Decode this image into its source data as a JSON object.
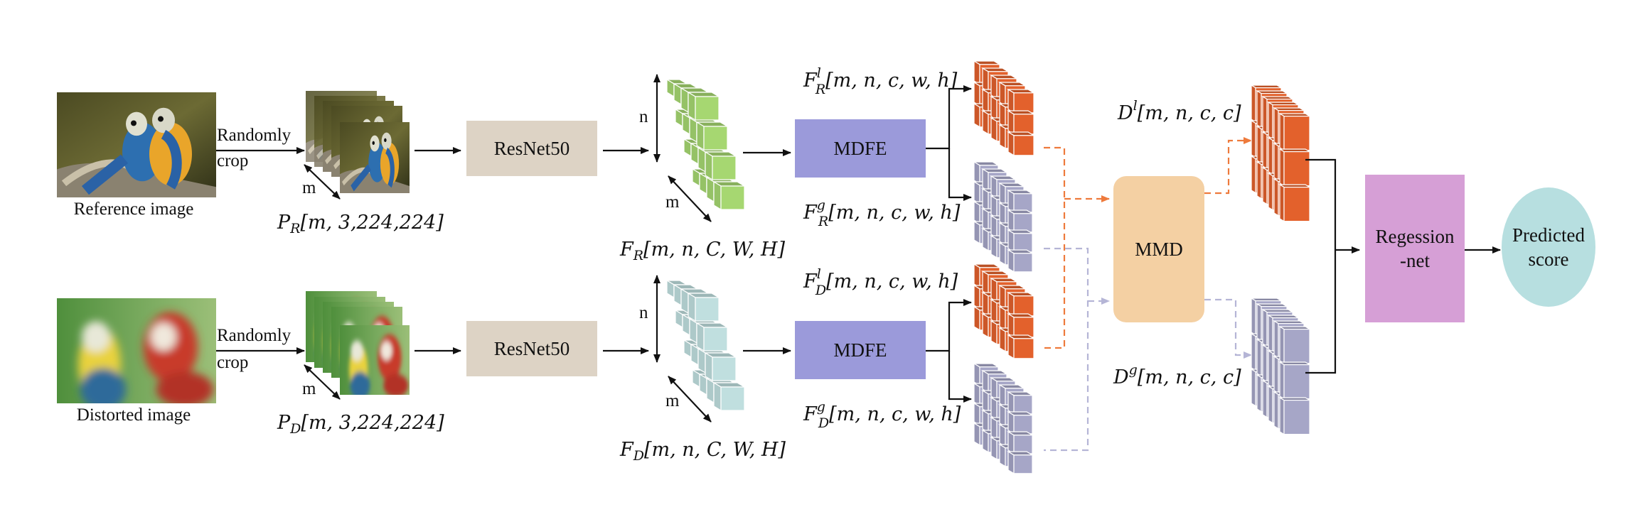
{
  "colors": {
    "resnet": "#ddd3c5",
    "mdfe": "#9b9ada",
    "mmd": "#f4d0a3",
    "regression": "#d69fd6",
    "predicted": "#b7dfe0",
    "feature_green": "#a6d771",
    "feature_cyan": "#c0dfdf",
    "local_orange": "#e3612c",
    "global_lavender": "#a6a6c7",
    "arrow_orange": "#ee7a3c",
    "arrow_lavender": "#b5b5d6"
  },
  "images": {
    "reference_caption": "Reference image",
    "distorted_caption": "Distorted  image"
  },
  "crop": {
    "top_label_line1": "Randomly",
    "top_label_line2": "crop",
    "bottom_label_line1": "Randomly",
    "bottom_label_line2": "crop",
    "m_label": "m"
  },
  "patches": {
    "ref": {
      "symbol": "P",
      "sub": "R",
      "args": "[m, 3,224,224]"
    },
    "dist": {
      "symbol": "P",
      "sub": "D",
      "args": "[m, 3,224,224]"
    }
  },
  "backbone": {
    "top_label": "ResNet50",
    "bottom_label": "ResNet50"
  },
  "features": {
    "n_label": "n",
    "m_label": "m",
    "ref": {
      "symbol": "F",
      "sub": "R",
      "args": "[m, n, C, W, H]"
    },
    "dist": {
      "symbol": "F",
      "sub": "D",
      "args": "[m, n, C, W, H]"
    }
  },
  "mdfe": {
    "top_label": "MDFE",
    "bottom_label": "MDFE"
  },
  "mdfe_outputs": {
    "ref_local": {
      "symbol": "F",
      "sup": "l",
      "sub": "R",
      "args": "[m, n, c, w, h]"
    },
    "ref_global": {
      "symbol": "F",
      "sup": "g",
      "sub": "R",
      "args": "[m, n, c, w, h]"
    },
    "dist_local": {
      "symbol": "F",
      "sup": "l",
      "sub": "D",
      "args": "[m, n, c, w, h]"
    },
    "dist_global": {
      "symbol": "F",
      "sup": "g",
      "sub": "D",
      "args": "[m, n, c, w, h]"
    }
  },
  "mmd": {
    "label": "MMD"
  },
  "distances": {
    "local": {
      "symbol": "D",
      "sup": "l",
      "args": "[m, n, c, c]"
    },
    "global": {
      "symbol": "D",
      "sup": "g",
      "args": "[m, n, c, c]"
    }
  },
  "regression": {
    "line1": "Regession",
    "line2": "-net"
  },
  "predicted": {
    "line1": "Predicted",
    "line2": "score"
  }
}
